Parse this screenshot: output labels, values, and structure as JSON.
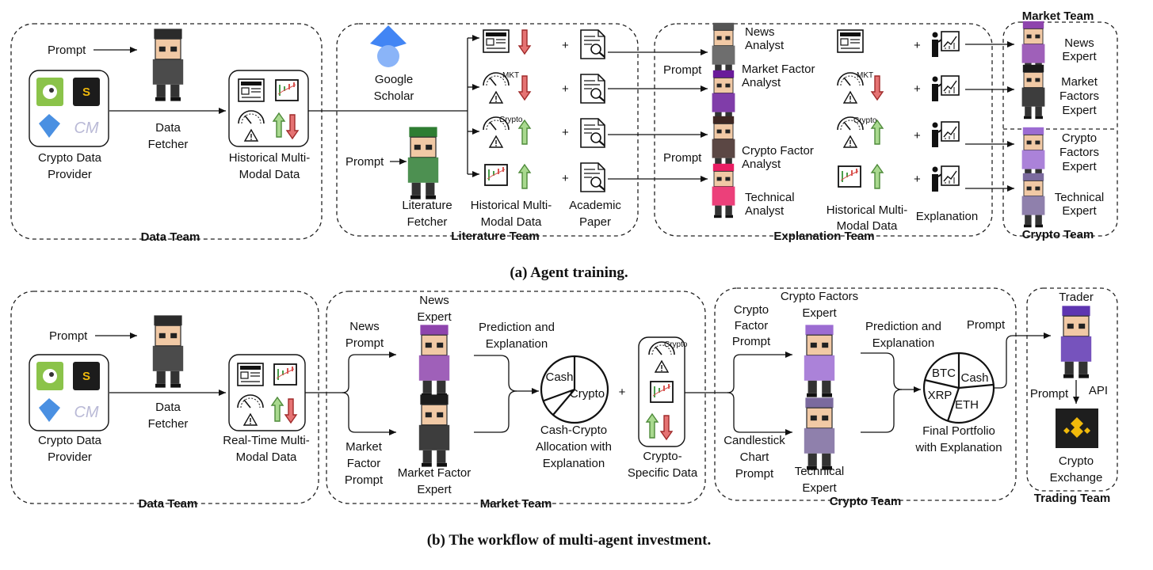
{
  "panel_a": {
    "caption": "(a) Agent training.",
    "data_team": {
      "title": "Data Team",
      "prompt": "Prompt",
      "provider_line1": "Crypto Data",
      "provider_line2": "Provider",
      "fetcher_line1": "Data",
      "fetcher_line2": "Fetcher",
      "historical_line1": "Historical Multi-",
      "historical_line2": "Modal Data"
    },
    "literature_team": {
      "title": "Literature Team",
      "scholar_line1": "Google",
      "scholar_line2": "Scholar",
      "prompt": "Prompt",
      "fetcher_line1": "Literature",
      "fetcher_line2": "Fetcher",
      "historical_line1": "Historical Multi-",
      "historical_line2": "Modal Data",
      "paper_line1": "Academic",
      "paper_line2": "Paper",
      "plus": "+"
    },
    "explanation_team": {
      "title": "Explanation Team",
      "news_analyst_line1": "News",
      "news_analyst_line2": "Analyst",
      "market_analyst_line1": "Market Factor",
      "market_analyst_line2": "Analyst",
      "crypto_analyst_line1": "Crypto Factor",
      "crypto_analyst_line2": "Analyst",
      "technical_analyst_line1": "Technical",
      "technical_analyst_line2": "Analyst",
      "prompt1": "Prompt",
      "prompt2": "Prompt",
      "historical_line1": "Historical Multi-",
      "historical_line2": "Modal Data",
      "explanation": "Explanation",
      "plus": "+"
    },
    "market_team": {
      "title": "Market Team",
      "news_line1": "News",
      "news_line2": "Expert",
      "mf_line1": "Market",
      "mf_line2": "Factors",
      "mf_line3": "Expert"
    },
    "crypto_team": {
      "title": "Crypto Team",
      "cf_line1": "Crypto",
      "cf_line2": "Factors",
      "cf_line3": "Expert",
      "tech_line1": "Technical",
      "tech_line2": "Expert"
    },
    "icon_labels": {
      "mkt": "MKT",
      "crypto": "Crypto"
    }
  },
  "panel_b": {
    "caption": "(b) The workflow of multi-agent investment.",
    "data_team": {
      "title": "Data Team",
      "prompt": "Prompt",
      "provider_line1": "Crypto Data",
      "provider_line2": "Provider",
      "fetcher_line1": "Data",
      "fetcher_line2": "Fetcher",
      "realtime_line1": "Real-Time Multi-",
      "realtime_line2": "Modal Data"
    },
    "market_team": {
      "title": "Market Team",
      "news_prompt_line1": "News",
      "news_prompt_line2": "Prompt",
      "news_expert_line1": "News",
      "news_expert_line2": "Expert",
      "mf_prompt_line1": "Market",
      "mf_prompt_line2": "Factor",
      "mf_prompt_line3": "Prompt",
      "mf_expert_line1": "Market Factor",
      "mf_expert_line2": "Expert",
      "pred_line1": "Prediction and",
      "pred_line2": "Explanation",
      "pie_cash": "Cash",
      "pie_crypto": "Crypto",
      "alloc_line1": "Cash-Crypto",
      "alloc_line2": "Allocation with",
      "alloc_line3": "Explanation",
      "plus": "+",
      "specific_line1": "Crypto-",
      "specific_line2": "Specific Data"
    },
    "crypto_team": {
      "title": "Crypto Team",
      "cf_prompt_line1": "Crypto",
      "cf_prompt_line2": "Factor",
      "cf_prompt_line3": "Prompt",
      "cf_expert_line1": "Crypto Factors",
      "cf_expert_line2": "Expert",
      "candle_prompt_line1": "Candlestick",
      "candle_prompt_line2": "Chart",
      "candle_prompt_line3": "Prompt",
      "tech_expert_line1": "Technical",
      "tech_expert_line2": "Expert",
      "pred_line1": "Prediction and",
      "pred_line2": "Explanation",
      "pie_btc": "BTC",
      "pie_cash": "Cash",
      "pie_xrp": "XRP",
      "pie_eth": "ETH",
      "portfolio_line1": "Final Portfolio",
      "portfolio_line2": "with Explanation"
    },
    "trading_team": {
      "title": "Trading Team",
      "prompt": "Prompt",
      "trader": "Trader",
      "prompt2": "Prompt",
      "api": "API",
      "exchange_line1": "Crypto",
      "exchange_line2": "Exchange"
    },
    "icon_labels": {
      "crypto": "Crypto"
    }
  },
  "colors": {
    "up_arrow": "#8fc97a",
    "down_arrow": "#d9534f",
    "exchange_gold": "#f0b90b",
    "scholar_blue": "#4285f4",
    "provider_green": "#8bc34a"
  }
}
